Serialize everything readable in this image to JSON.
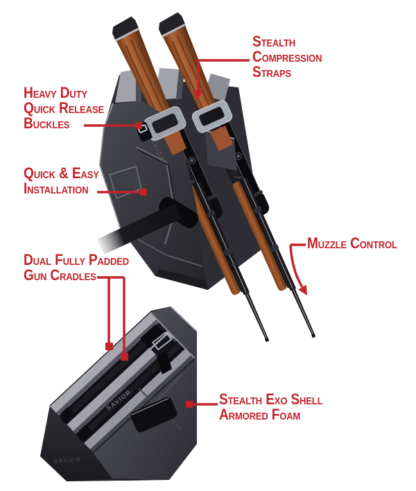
{
  "theme": {
    "background": "#ffffff",
    "accent_red": "#c2232a",
    "shell_dark": "#2b2b31",
    "shell_mid": "#55555e",
    "shell_light": "#a2a2aa",
    "wood_brown": "#9a5530",
    "metal_black": "#101014"
  },
  "branding": {
    "embossed": "SAVIOR"
  },
  "callouts": [
    {
      "id": "stealth-compression-straps",
      "lines": [
        "Stealth",
        "Compression",
        "Straps"
      ]
    },
    {
      "id": "heavy-duty-quick-release-buckles",
      "lines": [
        "Heavy Duty",
        "Quick Release",
        "Buckles"
      ]
    },
    {
      "id": "quick-easy-installation",
      "lines": [
        "Quick & Easy",
        "Installation"
      ]
    },
    {
      "id": "muzzle-control",
      "lines": [
        "Muzzle Control"
      ]
    },
    {
      "id": "dual-fully-padded-gun-cradles",
      "lines": [
        "Dual Fully Padded",
        "Gun Cradles"
      ]
    },
    {
      "id": "stealth-exo-shell-armored-foam",
      "lines": [
        "Stealth Exo Shell",
        "Armored Foam"
      ]
    }
  ]
}
